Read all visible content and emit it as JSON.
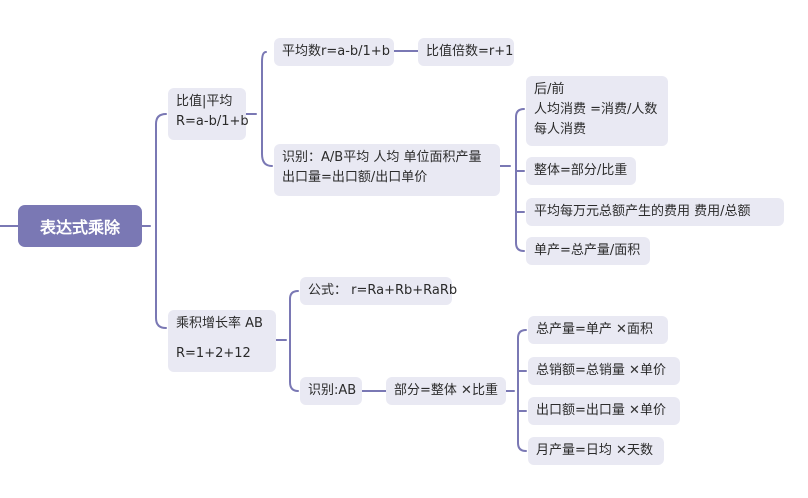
{
  "colors": {
    "line": "#7a78b4",
    "root_bg": "#7a78b4",
    "node_bg": "#e9e9f3"
  },
  "root": {
    "label": "表达式乘除"
  },
  "branch1": {
    "title": [
      "比值|平均",
      "R=a-b/1+b"
    ],
    "avg": "平均数r=a-b/1+b",
    "ratio": "比值倍数=r+1",
    "identify": [
      "识别：A/B平均 人均 单位面积产量",
      "出口量=出口额/出口单价"
    ],
    "leaves": {
      "after_before": [
        "后/前",
        "人均消费 =消费/人数",
        "每人消费"
      ],
      "whole": "整体=部分/比重",
      "avg_cost": "平均每万元总额产生的费用   费用/总额",
      "unit_yield": "单产=总产量/面积"
    }
  },
  "branch2": {
    "title": [
      "乘积增长率 AB",
      "R=1+2+12"
    ],
    "formula": "公式：  r=Ra+Rb+RaRb",
    "identify": "识别:AB",
    "part": {
      "pre": "部分=整体 ",
      "x": "✕",
      "post": "比重"
    },
    "leaves": [
      {
        "pre": "总产量=单产 ",
        "x": "✕",
        "post": "面积"
      },
      {
        "pre": "总销额=总销量 ",
        "x": "✕",
        "post": "单价"
      },
      {
        "pre": "出口额=出口量 ",
        "x": "✕",
        "post": "单价"
      },
      {
        "pre": "月产量=日均 ",
        "x": "✕",
        "post": "天数"
      }
    ]
  }
}
